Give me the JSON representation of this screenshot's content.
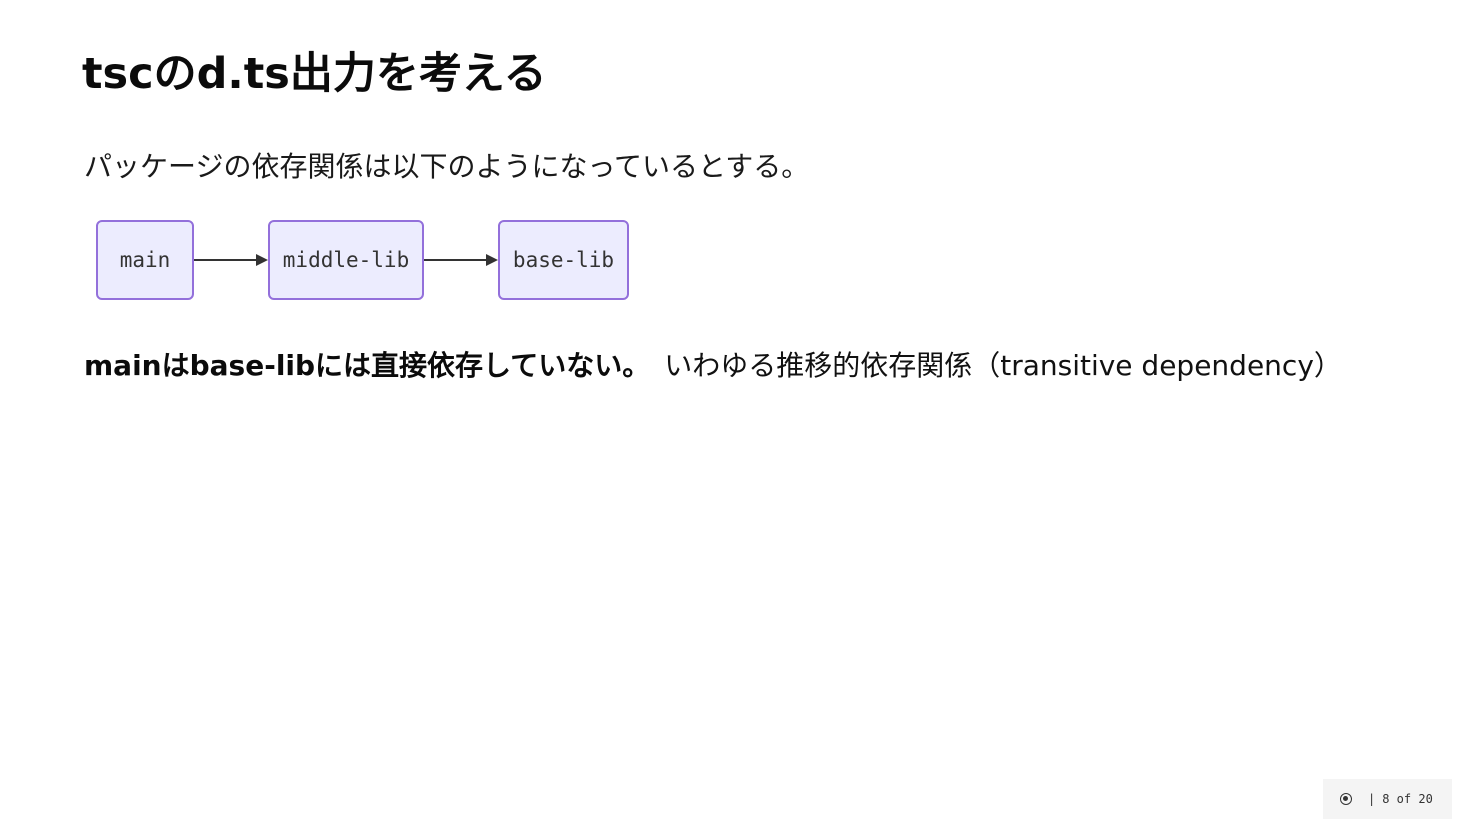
{
  "slide": {
    "title": "tscのd.ts出力を考える",
    "intro": "パッケージの依存関係は以下のようになっているとする。",
    "diagram": {
      "nodes": [
        "main",
        "middle-lib",
        "base-lib"
      ],
      "edge_color": "#333333",
      "node_fill": "#ececfe",
      "node_border": "#9370db"
    },
    "statement_bold": "mainはbase-libには直接依存していない。",
    "statement_normal": "いわゆる推移的依存関係（transitive dependency）"
  },
  "pager": {
    "icon": "presenter-icon",
    "separator": "|",
    "label": "8 of 20"
  }
}
